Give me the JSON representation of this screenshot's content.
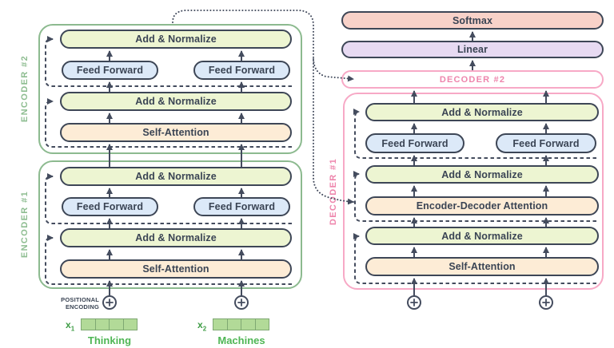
{
  "blocks": {
    "softmax": "Softmax",
    "linear": "Linear",
    "add_normalize": "Add & Normalize",
    "feed_forward": "Feed Forward",
    "self_attention": "Self-Attention",
    "encoder_decoder_attention": "Encoder-Decoder Attention"
  },
  "containers": {
    "encoder1": "ENCODER #1",
    "encoder2": "ENCODER #2",
    "decoder1": "DECODER #1",
    "decoder2": "DECODER #2"
  },
  "inputs": {
    "positional_encoding_line1": "POSITIONAL",
    "positional_encoding_line2": "ENCODING",
    "x1_base": "x",
    "x1_sub": "1",
    "x2_base": "x",
    "x2_sub": "2",
    "token1": "Thinking",
    "token2": "Machines",
    "embedding_cells": 4,
    "add_symbol": "+"
  },
  "colors": {
    "block_border": "#3d4656",
    "arrow": "#444c5e",
    "text_dark": "#3a4454",
    "green_fill": "#edf5d2",
    "blue_fill": "#dce9f8",
    "peach_fill": "#fdecd6",
    "salmon_fill": "#f8d2c9",
    "lavender_fill": "#e7daf2",
    "encoder_border": "#8cba8f",
    "decoder_border": "#f7a9c6",
    "encoder_label": "#8ebd91",
    "decoder_label": "#ee85ac",
    "token_green": "#4fb655",
    "x_label_green": "#3f9d46",
    "embed_fill": "#b2da98",
    "embed_border": "#7fa873"
  }
}
